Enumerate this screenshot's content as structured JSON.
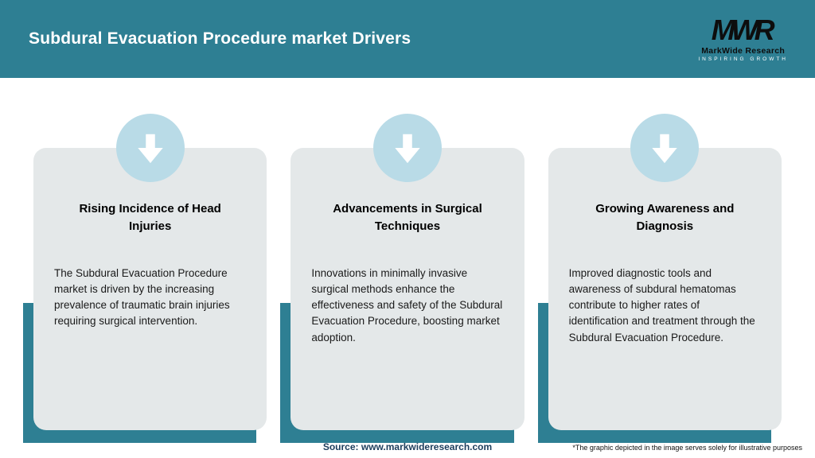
{
  "header": {
    "title": "Subdural Evacuation Procedure market Drivers",
    "logo": {
      "monogram": "MWR",
      "name": "MarkWide Research",
      "tagline": "Inspiring Growth"
    }
  },
  "cards": [
    {
      "icon": "down-arrow-icon",
      "title": "Rising Incidence of Head Injuries",
      "body": "The Subdural Evacuation Procedure market is driven by the increasing prevalence of traumatic brain injuries requiring surgical intervention."
    },
    {
      "icon": "down-arrow-icon",
      "title": "Advancements in Surgical Techniques",
      "body": "Innovations in minimally invasive surgical methods enhance the effectiveness and safety of the Subdural Evacuation Procedure, boosting market adoption."
    },
    {
      "icon": "down-arrow-icon",
      "title": "Growing Awareness and Diagnosis",
      "body": "Improved diagnostic tools and awareness of subdural hematomas contribute to higher rates of identification and treatment through the Subdural Evacuation Procedure."
    }
  ],
  "footer": {
    "source": "Source: www.markwideresearch.com",
    "disclaimer": "*The graphic depicted in the image serves solely for illustrative purposes"
  },
  "colors": {
    "header_teal": "#2e7f93",
    "badge_light_blue": "#b9dbe7",
    "card_gray": "#e4e8e9",
    "source_text": "#1d3d5c",
    "arrow_white": "#ffffff"
  }
}
